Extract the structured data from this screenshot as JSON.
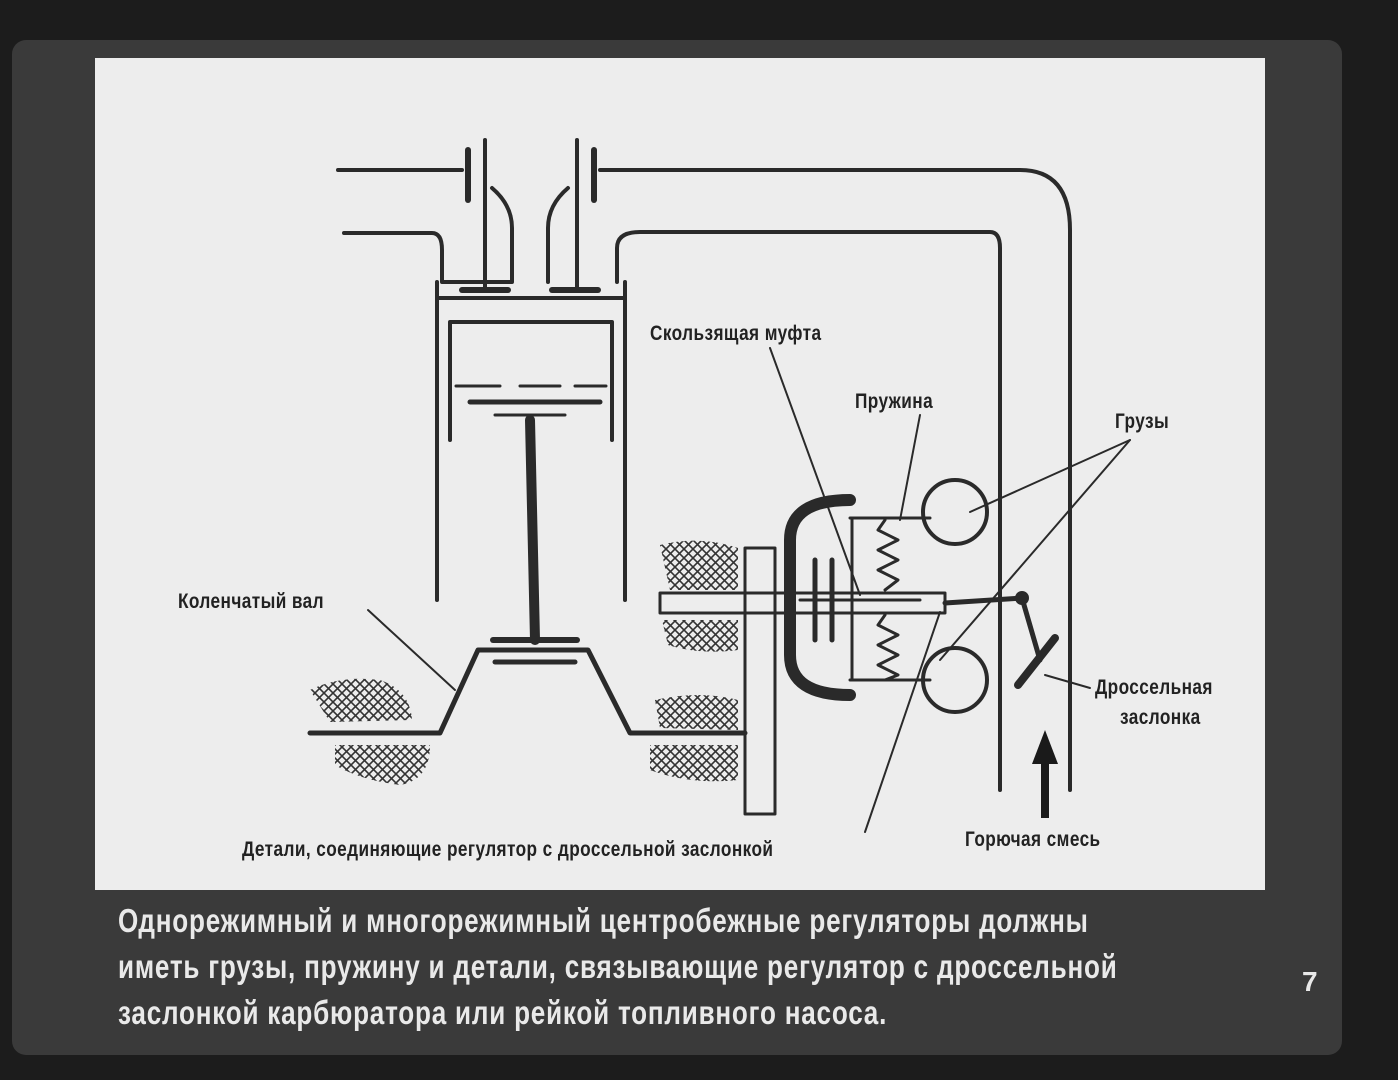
{
  "labels": {
    "sliding_coupling": "Скользящая муфта",
    "spring": "Пружина",
    "weights": "Грузы",
    "crankshaft": "Коленчатый вал",
    "throttle_line1": "Дроссельная",
    "throttle_line2": "заслонка",
    "connecting_parts": "Детали, соединяющие регулятор с дроссельной заслонкой",
    "fuel_mixture": "Горючая смесь"
  },
  "caption": {
    "line1": "Однорежимный и многорежимный центробежные регуляторы должны",
    "line2": "иметь грузы, пружину и детали, связывающие регулятор с дроссельной",
    "line3": "заслонкой карбюратора или рейкой топливного насоса."
  },
  "page_number": "7"
}
